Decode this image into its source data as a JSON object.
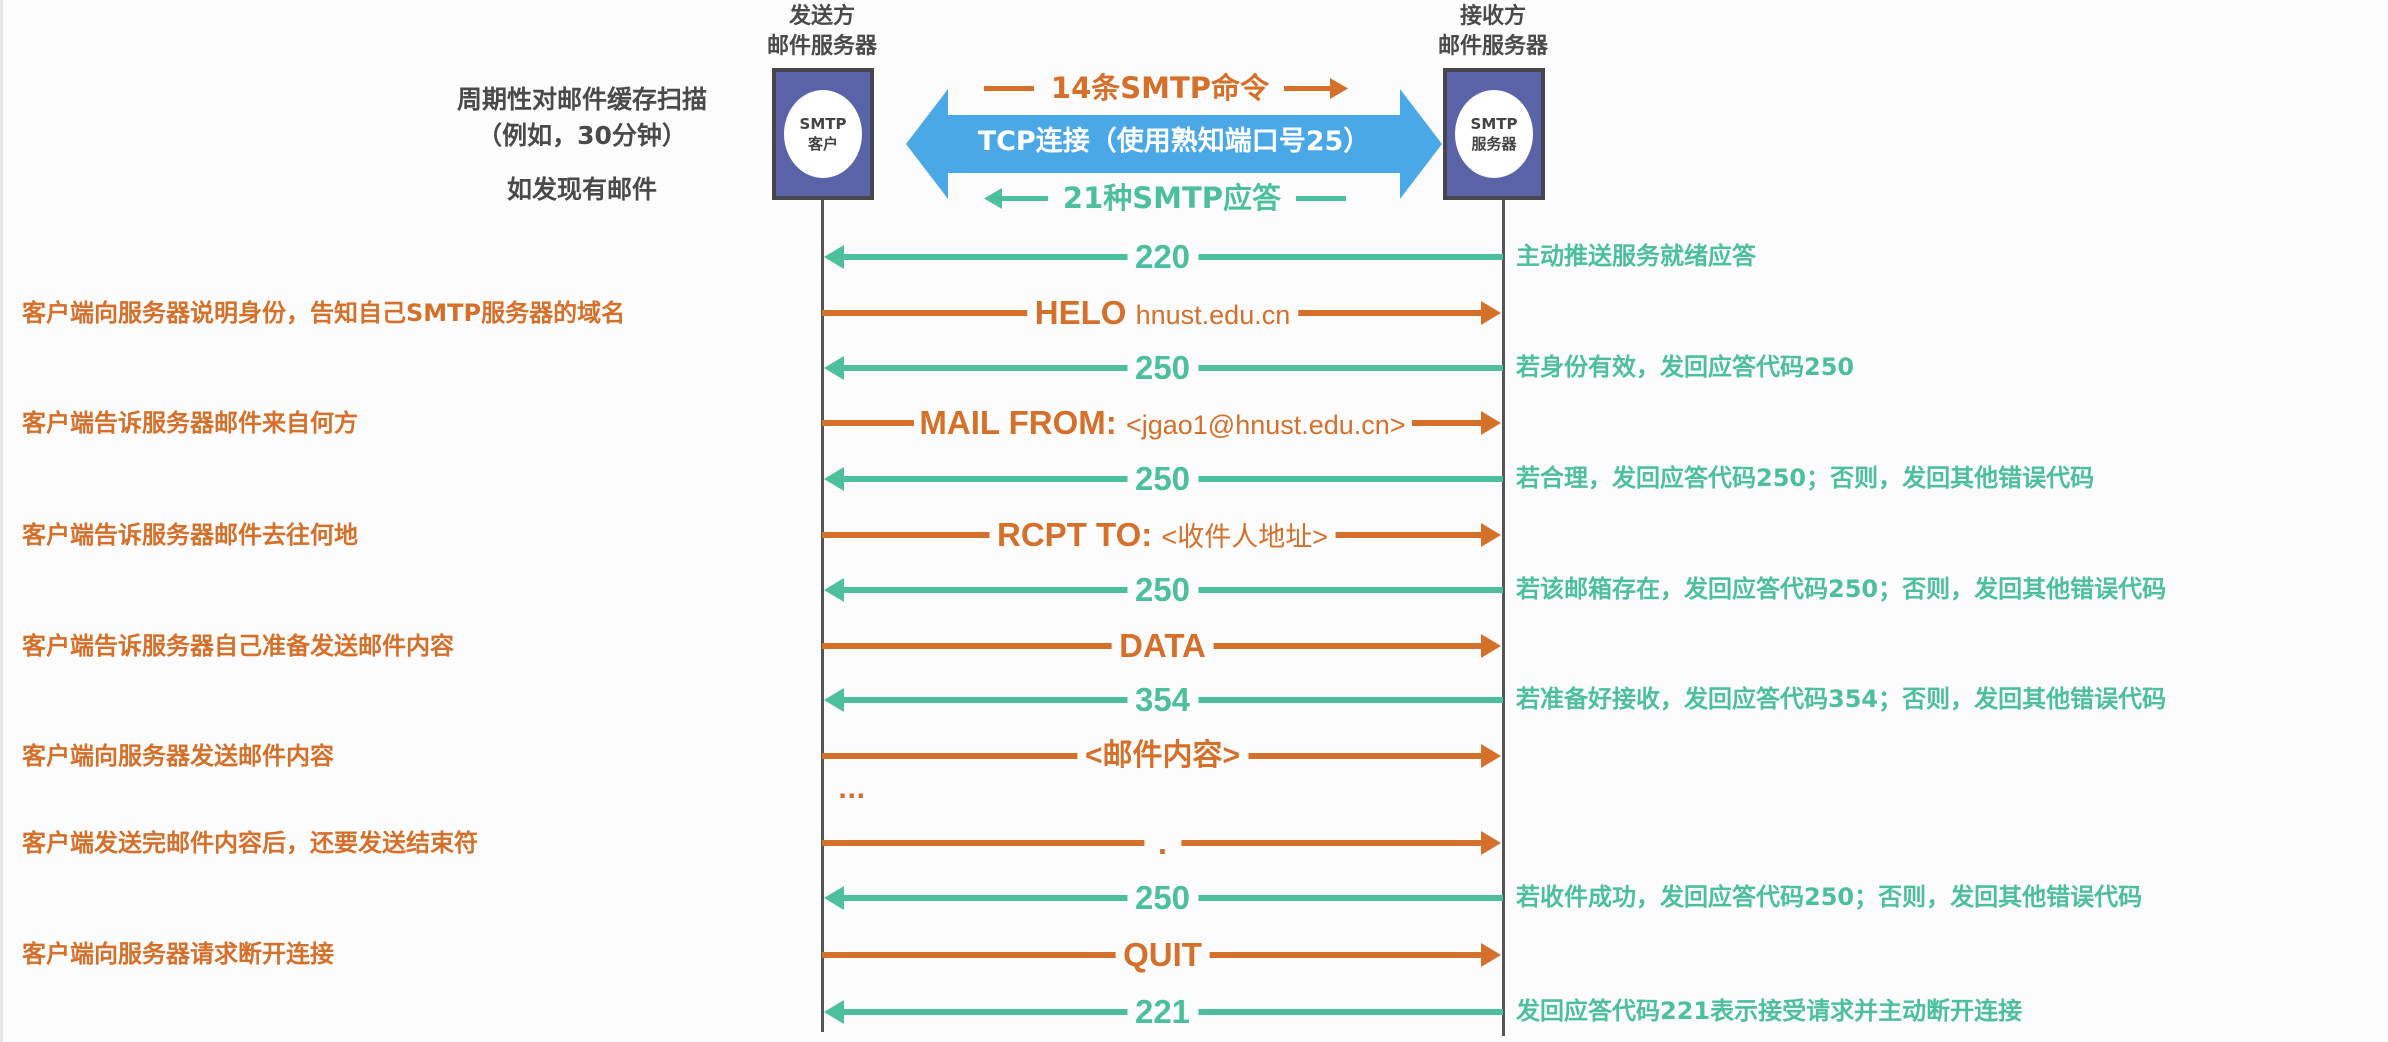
{
  "colors": {
    "command": "#d4702a",
    "reply": "#4cbf9d",
    "tcp": "#4aa8e6",
    "server_box": "#5a63a8",
    "lifeline": "#555555",
    "note_text": "#4a4a4a"
  },
  "sender": {
    "title_line1": "发送方",
    "title_line2": "邮件服务器",
    "circle_line1": "SMTP",
    "circle_line2": "客户"
  },
  "receiver": {
    "title_line1": "接收方",
    "title_line2": "邮件服务器",
    "circle_line1": "SMTP",
    "circle_line2": "服务器"
  },
  "scan_note": {
    "line1": "周期性对邮件缓存扫描",
    "line2": "（例如，30分钟）",
    "line3": "如发现有邮件"
  },
  "connection": {
    "commands_label": "14条SMTP命令",
    "tcp_label": "TCP连接（使用熟知端口号25）",
    "replies_label": "21种SMTP应答"
  },
  "messages": [
    {
      "direction": "reply",
      "label": "220",
      "arg": "",
      "left_desc": "",
      "right_desc": "主动推送服务就绪应答"
    },
    {
      "direction": "command",
      "label": "HELO",
      "arg": "hnust.edu.cn",
      "left_desc": "客户端向服务器说明身份，告知自己SMTP服务器的域名",
      "right_desc": ""
    },
    {
      "direction": "reply",
      "label": "250",
      "arg": "",
      "left_desc": "",
      "right_desc": "若身份有效，发回应答代码250"
    },
    {
      "direction": "command",
      "label": "MAIL FROM:",
      "arg": "<jgao1@hnust.edu.cn>",
      "left_desc": "客户端告诉服务器邮件来自何方",
      "right_desc": ""
    },
    {
      "direction": "reply",
      "label": "250",
      "arg": "",
      "left_desc": "",
      "right_desc": "若合理，发回应答代码250；否则，发回其他错误代码"
    },
    {
      "direction": "command",
      "label": "RCPT TO:",
      "arg": "<收件人地址>",
      "left_desc": "客户端告诉服务器邮件去往何地",
      "right_desc": ""
    },
    {
      "direction": "reply",
      "label": "250",
      "arg": "",
      "left_desc": "",
      "right_desc": "若该邮箱存在，发回应答代码250；否则，发回其他错误代码"
    },
    {
      "direction": "command",
      "label": "DATA",
      "arg": "",
      "left_desc": "客户端告诉服务器自己准备发送邮件内容",
      "right_desc": ""
    },
    {
      "direction": "reply",
      "label": "354",
      "arg": "",
      "left_desc": "",
      "right_desc": "若准备好接收，发回应答代码354；否则，发回其他错误代码"
    },
    {
      "direction": "command",
      "label": "<邮件内容>",
      "arg": "",
      "left_desc": "客户端向服务器发送邮件内容",
      "right_desc": ""
    },
    {
      "direction": "command",
      "label": ".",
      "arg": "",
      "left_desc": "客户端发送完邮件内容后，还要发送结束符",
      "right_desc": ""
    },
    {
      "direction": "reply",
      "label": "250",
      "arg": "",
      "left_desc": "",
      "right_desc": "若收件成功，发回应答代码250；否则，发回其他错误代码"
    },
    {
      "direction": "command",
      "label": "QUIT",
      "arg": "",
      "left_desc": "客户端向服务器请求断开连接",
      "right_desc": ""
    },
    {
      "direction": "reply",
      "label": "221",
      "arg": "",
      "left_desc": "",
      "right_desc": "发回应答代码221表示接受请求并主动断开连接"
    }
  ],
  "ellipsis": "..."
}
